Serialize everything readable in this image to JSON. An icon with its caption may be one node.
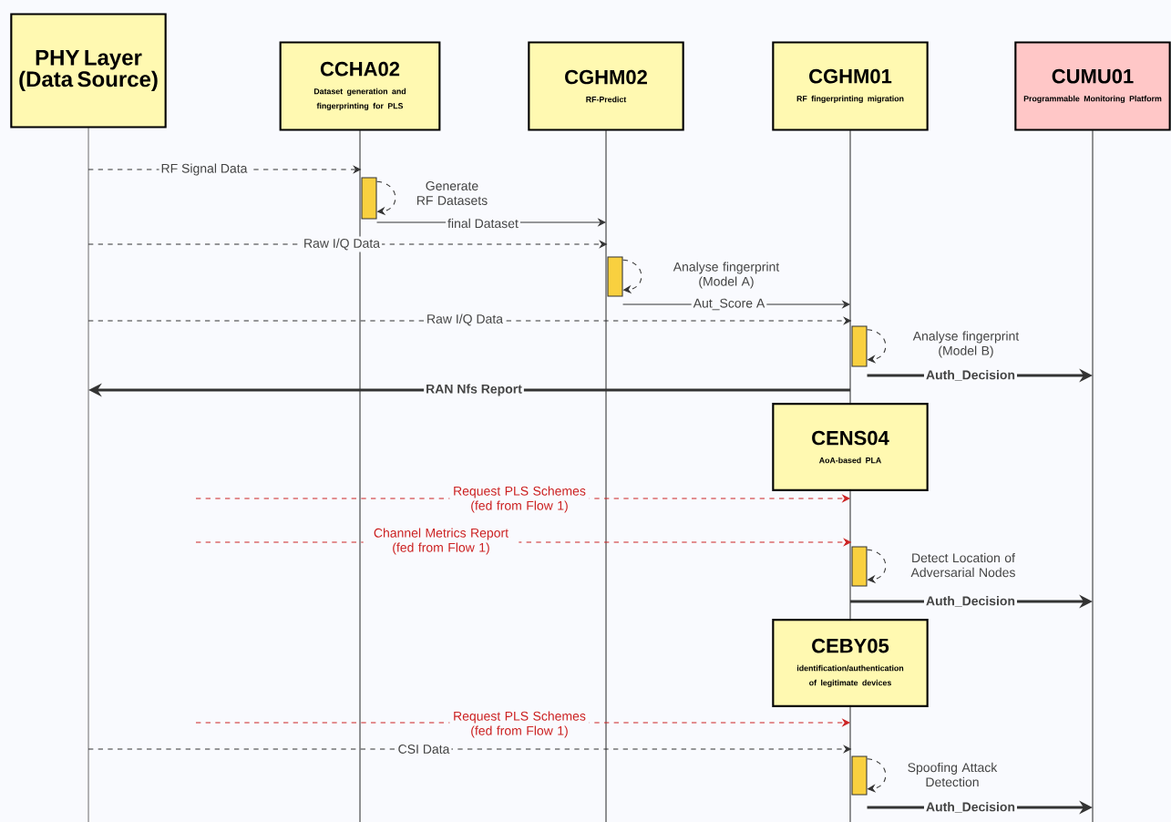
{
  "diagram": {
    "nodes": [
      {
        "text": [
          "PHY Layer (Data Source)"
        ]
      },
      {
        "text": [
          "CCHA02",
          "Dataset generation and fingerprinting for PLS"
        ]
      },
      {
        "text": [
          "CGHM02",
          "RF-Predict"
        ]
      },
      {
        "text": [
          "CGHM01",
          "RF fingerprinting migration"
        ]
      },
      {
        "text": [
          "CUMU01",
          "Programmable Monitoring Platform"
        ]
      },
      {
        "text": [
          "CENS04",
          "AoA-based PLA"
        ]
      },
      {
        "text": [
          "CEBY05",
          "identification/authentication of legitimate devices"
        ]
      },
      {
        "text": [],
        "shape": "line"
      },
      {
        "text": [],
        "shape": "line"
      },
      {
        "text": [],
        "shape": "line"
      },
      {
        "text": [],
        "shape": "line"
      },
      {
        "text": [],
        "shape": "line"
      },
      {
        "text": [],
        "shape": "line"
      },
      {
        "text": [],
        "shape": "line"
      },
      {
        "text": [],
        "shape": "bar"
      },
      {
        "text": [],
        "shape": "bar"
      },
      {
        "text": [],
        "shape": "bar"
      },
      {
        "text": [],
        "shape": "bar"
      },
      {
        "text": [],
        "shape": "bar"
      }
    ],
    "edges": [
      {
        "from": 7,
        "to": 14,
        "arrow": "to",
        "label": "RF Signal Data",
        "style": "dashed"
      },
      {
        "from": 14,
        "to": 14,
        "arrow": "to",
        "label": "Generate RF Datasets",
        "style": "dashed"
      },
      {
        "from": 14,
        "to": 9,
        "arrow": "to",
        "label": "final Dataset"
      },
      {
        "from": 7,
        "to": 15,
        "arrow": "to",
        "label": "Raw I/Q Data",
        "style": "dashed"
      },
      {
        "from": 15,
        "to": 15,
        "arrow": "to",
        "label": "Analyse fingerprint (Model A)",
        "style": "dashed"
      },
      {
        "from": 15,
        "to": 10,
        "arrow": "to",
        "label": "Aut_Score A"
      },
      {
        "from": 7,
        "to": 16,
        "arrow": "to",
        "label": "Raw I/Q Data",
        "style": "dashed"
      },
      {
        "from": 16,
        "to": 16,
        "arrow": "to",
        "label": "Analyse fingerprint (Model B)",
        "style": "dashed"
      },
      {
        "from": 16,
        "to": 11,
        "arrow": "to",
        "label": "Auth_Decision",
        "style": "thick"
      },
      {
        "from": 10,
        "to": 7,
        "arrow": "to",
        "label": "RAN Nfs Report",
        "style": "thick"
      },
      {
        "from": null,
        "to": 12,
        "arrow": "to",
        "label": "Request PLS Schemes (fed from Flow 1)",
        "style": "dashed",
        "color": "#cc2222"
      },
      {
        "from": null,
        "to": 17,
        "arrow": "to",
        "label": "Channel Metrics Report (fed from Flow 1)",
        "style": "dashed",
        "color": "#cc2222"
      },
      {
        "from": 17,
        "to": 17,
        "arrow": "to",
        "label": "Detect Location of Adversarial Nodes",
        "style": "dashed"
      },
      {
        "from": 12,
        "to": 11,
        "arrow": "to",
        "label": "Auth_Decision",
        "style": "thick"
      },
      {
        "from": null,
        "to": 13,
        "arrow": "to",
        "label": "Request PLS Schemes (fed from Flow 1)",
        "style": "dashed",
        "color": "#cc2222"
      },
      {
        "from": 7,
        "to": 18,
        "arrow": "to",
        "label": "CSI Data",
        "style": "dashed"
      },
      {
        "from": 18,
        "to": 18,
        "arrow": "to",
        "label": "Spoofing Attack Detection",
        "style": "dashed"
      },
      {
        "from": 18,
        "to": 11,
        "arrow": "to",
        "label": "Auth_Decision",
        "style": "thick"
      }
    ]
  }
}
